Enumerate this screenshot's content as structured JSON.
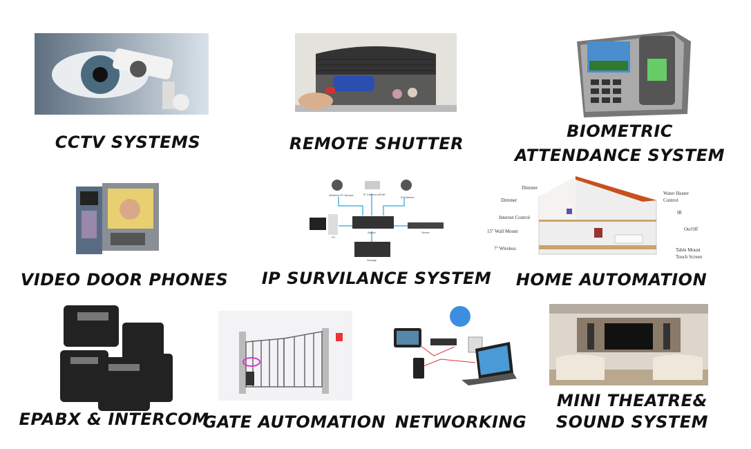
{
  "services": [
    {
      "id": "cctv",
      "label_lines": [
        "CCTV SYSTEMS"
      ]
    },
    {
      "id": "remote-shutter",
      "label_lines": [
        "REMOTE SHUTTER"
      ]
    },
    {
      "id": "biometric",
      "label_lines": [
        "BIOMETRIC",
        "ATTENDANCE SYSTEM"
      ]
    },
    {
      "id": "video-door",
      "label_lines": [
        "VIDEO DOOR PHONES"
      ]
    },
    {
      "id": "ip-surveillance",
      "label_lines": [
        "IP SURVILANCE SYSTEM"
      ]
    },
    {
      "id": "home-automation",
      "label_lines": [
        "HOME AUTOMATION"
      ]
    },
    {
      "id": "epabx",
      "label_lines": [
        "EPABX & INTERCOM"
      ]
    },
    {
      "id": "gate",
      "label_lines": [
        "GATE  AUTOMATION"
      ]
    },
    {
      "id": "networking",
      "label_lines": [
        "NETWORKING"
      ]
    },
    {
      "id": "theatre",
      "label_lines": [
        "MINI THEATRE&",
        "SOUND SYSTEM"
      ]
    }
  ],
  "ip_diagram": {
    "wireless_cam": "Wireless IP Camera",
    "poe_cam": "IP Camera w/PoE",
    "ip_cam": "IP Camera",
    "pc": "PC",
    "switch": "Switch",
    "server": "Server",
    "storage": "Storage"
  },
  "home_diagram": {
    "dimmer1": "Dimmer",
    "dimmer2": "Dimmer",
    "internet": "Internet Control",
    "wall": "15'' Wall Mount",
    "wireless": "7'' Wireless",
    "water1": "Water Heater",
    "water2": "Control",
    "ir": "IR",
    "onoff": "On/Off",
    "table1": "Table Mount",
    "table2": "Touch Screen"
  },
  "colors": {
    "label": "#111111",
    "network_line": "#4fb3e8",
    "roof": "#c8501e"
  }
}
